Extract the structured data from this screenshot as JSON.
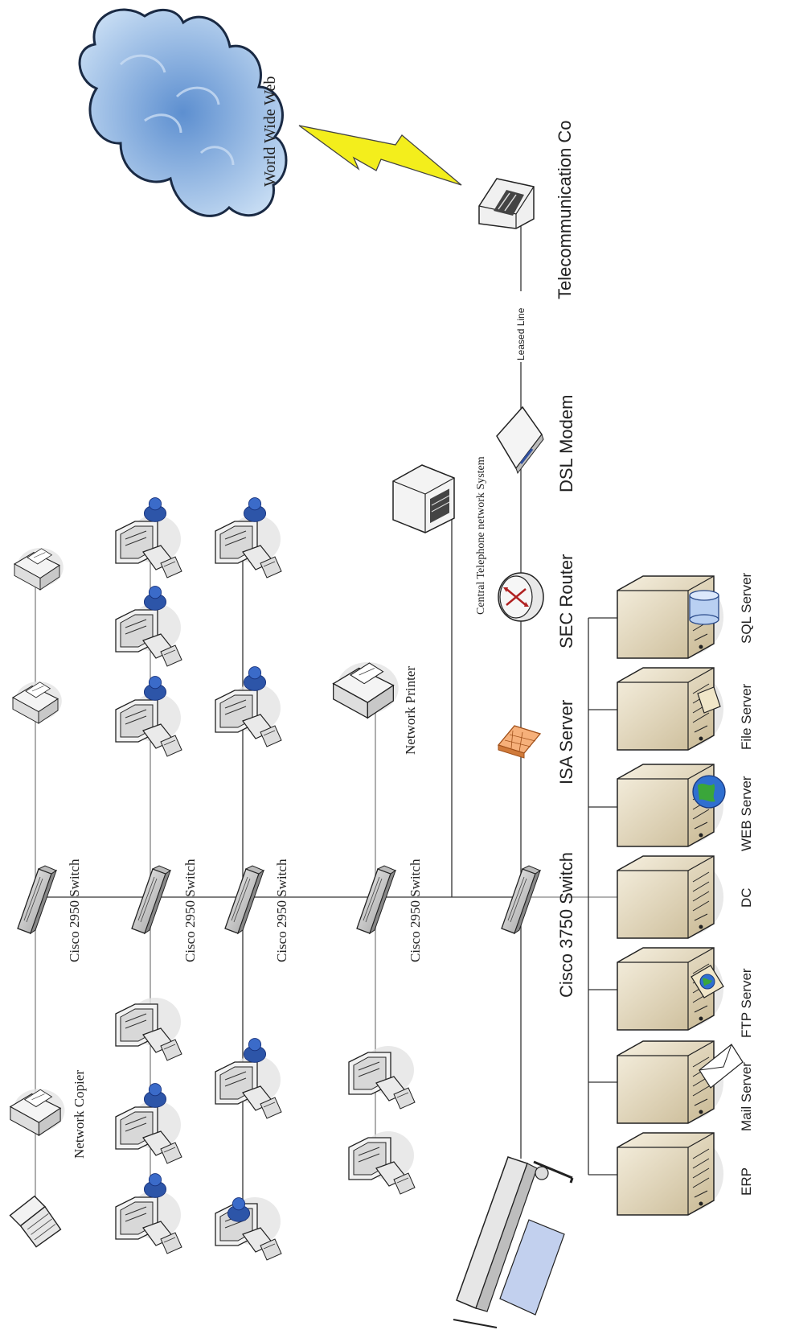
{
  "labels": {
    "internet": "World Wide Web",
    "telecom": "Telecommunication Co",
    "leased_line": "Leased Line",
    "dsl_modem": "DSL Modem",
    "central_phone": "Central Telephone network System",
    "sec_router": "SEC Router",
    "isa_server": "ISA Server",
    "core_switch": "Cisco 3750 Switch",
    "network_printer": "Network Printer",
    "network_copier": "Network Copier",
    "access_switches": [
      "Cisco 2950 Switch",
      "Cisco 2950 Switch",
      "Cisco 2950 Switch",
      "Cisco 2950 Switch"
    ],
    "servers": [
      "ERP",
      "Mail Server",
      "FTP Server",
      "DC",
      "WEB Server",
      "File Server",
      "SQL Server"
    ]
  },
  "colors": {
    "cloud_fill": "#a9c8ea",
    "cloud_stroke": "#1a2a44",
    "lightning": "#f3ee1c",
    "server_fill": "#e4dac2",
    "switch_fill": "#dcdcdc",
    "firewall": "#f0a060",
    "router": "#e8e8e8"
  }
}
